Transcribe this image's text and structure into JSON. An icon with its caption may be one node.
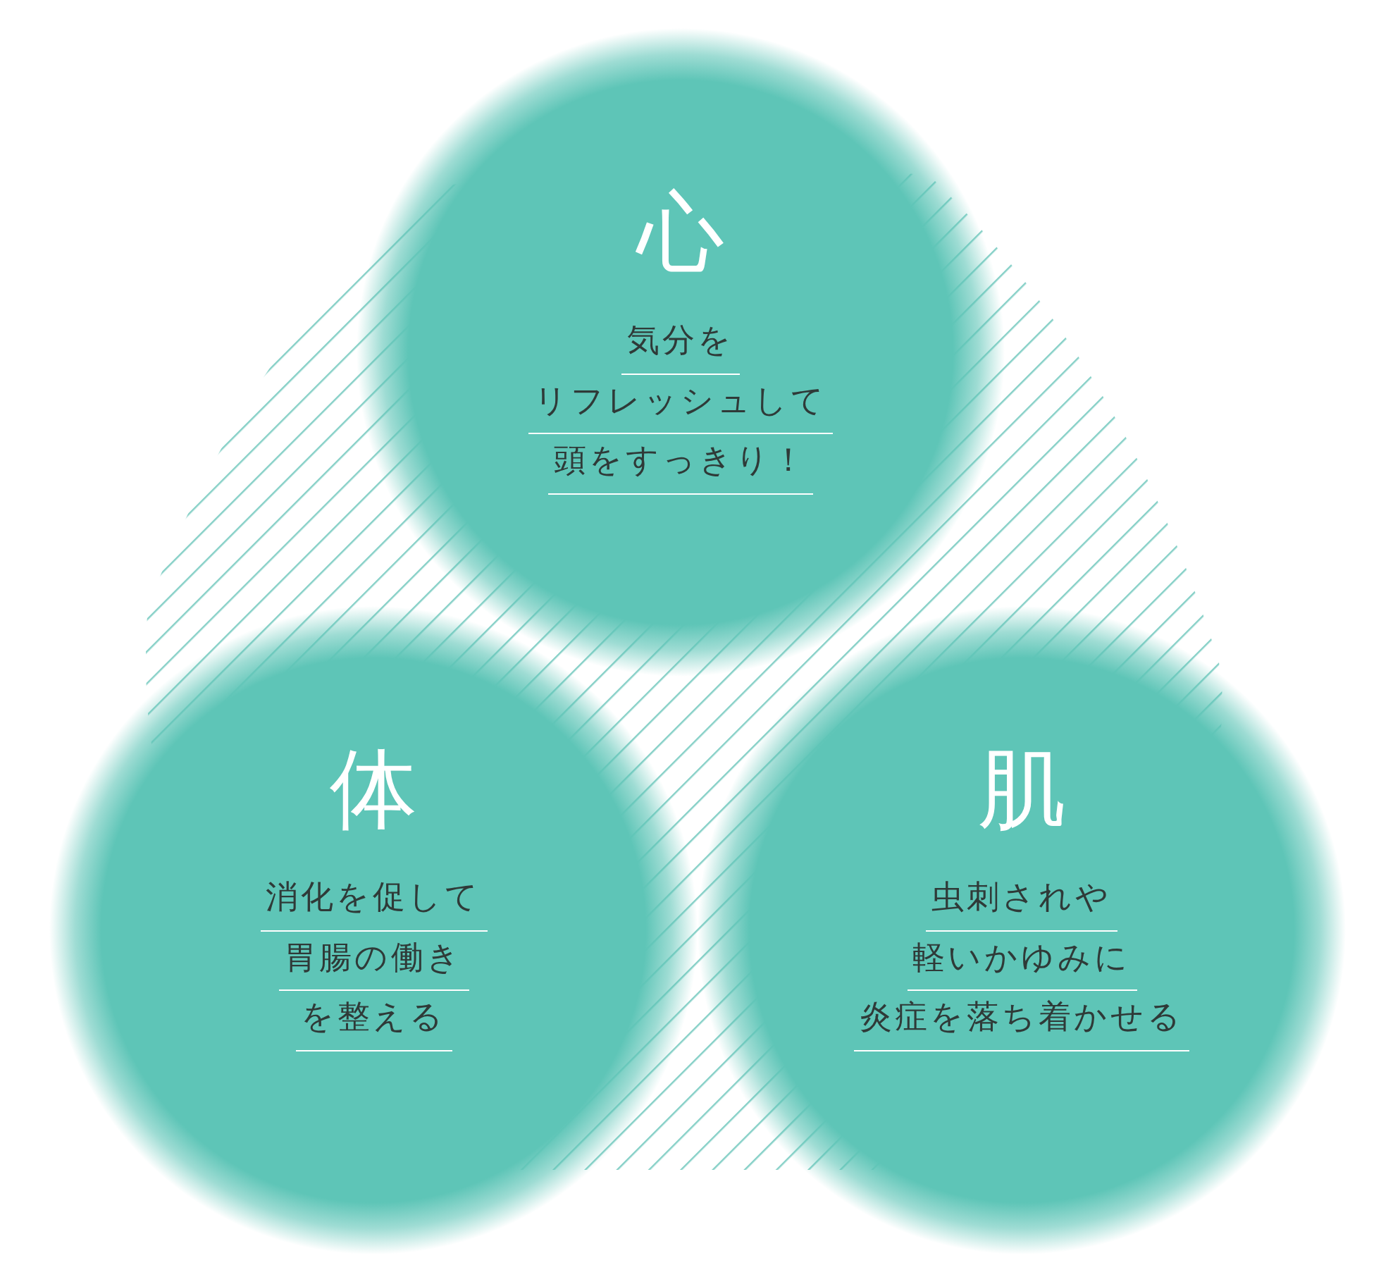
{
  "diagram": {
    "nodes": [
      {
        "text": [
          "心",
          "気分を",
          "リフレッシュして",
          "頭をすっきり！"
        ]
      },
      {
        "text": [
          "体",
          "消化を促して",
          "胃腸の働き",
          "を整える"
        ]
      },
      {
        "text": [
          "肌",
          "虫刺されや",
          "軽いかゆみに",
          "炎症を落ち着かせる"
        ]
      }
    ]
  }
}
